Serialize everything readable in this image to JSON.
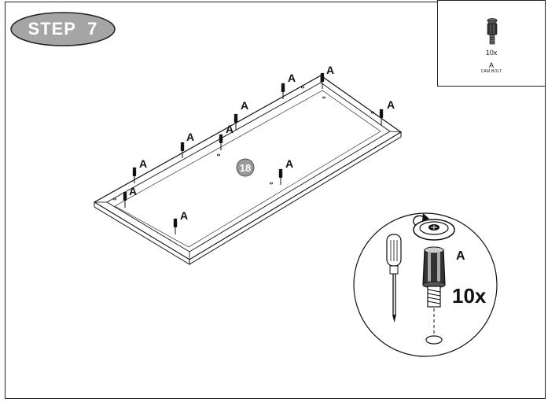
{
  "step": {
    "label": "STEP",
    "number": "7"
  },
  "parts_box": {
    "quantity": "10x",
    "letter": "A",
    "name": "CAM BOLT"
  },
  "main_panel": {
    "part_number": "18"
  },
  "bolt_labels": [
    "A",
    "A",
    "A",
    "A",
    "A",
    "A",
    "A",
    "A",
    "A",
    "A"
  ],
  "detail": {
    "bolt_letter": "A",
    "quantity": "10x"
  }
}
